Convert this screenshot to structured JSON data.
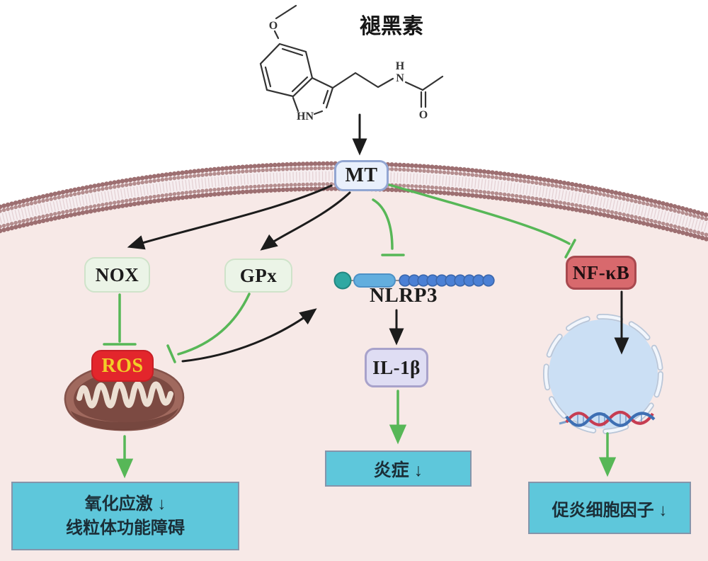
{
  "title": "褪黑素",
  "receptor": {
    "label": "MT"
  },
  "nodes": {
    "nox": {
      "label": "NOX"
    },
    "gpx": {
      "label": "GPx"
    },
    "ros": {
      "label": "ROS"
    },
    "nlrp3": {
      "label": "NLRP3"
    },
    "il1b": {
      "label": "IL-1β"
    },
    "nfkb": {
      "label": "NF-κB"
    }
  },
  "outcome_boxes": {
    "oxidative_stress": {
      "line1": "氧化应激 ↓",
      "line2": "线粒体功能障碍"
    },
    "inflammation": {
      "label": "炎症 ↓"
    },
    "proinflammatory_cytokines": {
      "label": "促炎细胞因子 ↓"
    }
  },
  "structure_atoms": {
    "methoxy_o": "O",
    "indole_nh": "HN",
    "amide_h": "H",
    "amide_n": "N",
    "carbonyl_o": "O"
  },
  "colors": {
    "activation_arrow": "#1c1c1c",
    "inhibition_line": "#57b757",
    "cell_fill": "#f7e9e7",
    "membrane_bead": "#9d6f71",
    "outcome_box_fill": "#5ec7db",
    "ros_fill": "#e3262c",
    "nfkb_fill": "#d8696d",
    "nucleus_fill": "#cbdff4",
    "mitochondria_fill": "#a0695e"
  }
}
